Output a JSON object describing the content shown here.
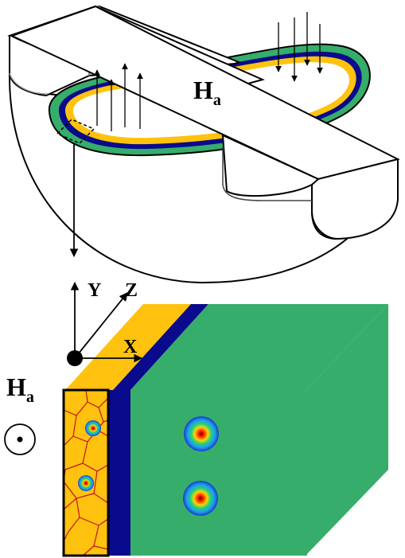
{
  "top_label": {
    "main": "H",
    "sub": "a"
  },
  "side_label": {
    "main": "H",
    "sub": "a"
  },
  "axes": {
    "y": "Y",
    "z": "Z",
    "x": "X"
  },
  "colors": {
    "superconductor": "#ffc20e",
    "buffer": "#0a0a8c",
    "substrate": "#36ad6a",
    "grain_boundary": "#c0141e",
    "outline": "#000000"
  },
  "vortex_count": {
    "grain_panel": 2,
    "substrate_face": 2
  }
}
